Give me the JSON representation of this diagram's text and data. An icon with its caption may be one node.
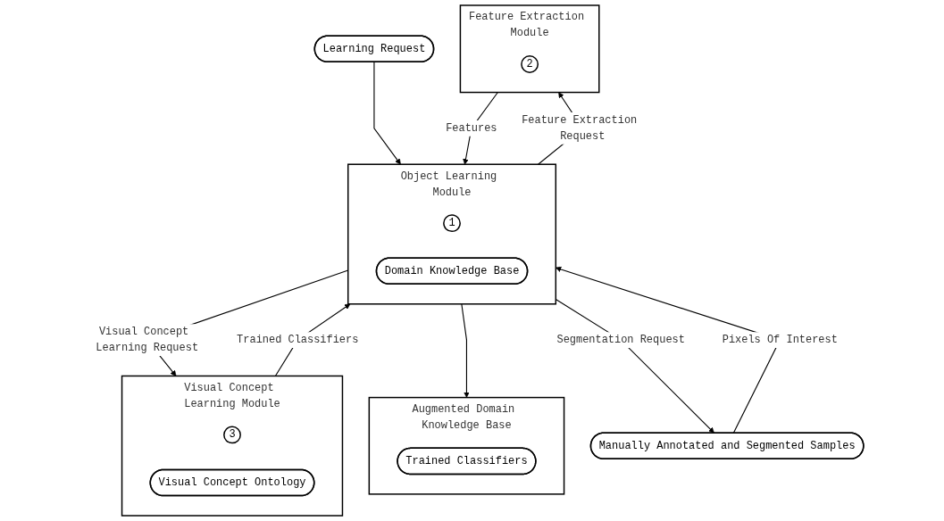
{
  "diagram": {
    "nodes": [
      {
        "text": [
          "Visual Concept Learning Module"
        ]
      },
      {
        "text": [
          "3"
        ],
        "in": 0
      },
      {
        "text": [
          "Visual Concept Ontology"
        ],
        "in": 0
      },
      {
        "text": [
          "Learning Request"
        ]
      },
      {
        "text": [
          "Object Learning Module"
        ]
      },
      {
        "text": [
          "1"
        ],
        "in": 4
      },
      {
        "text": [
          "Domain Knowledge Base"
        ],
        "in": 4
      },
      {
        "text": [
          "Augmented Domain Knowledge Base"
        ]
      },
      {
        "text": [
          "Trained Classifiers"
        ],
        "in": 7
      },
      {
        "text": [
          "Manually Annotated and Segmented Samples"
        ]
      },
      {
        "text": [
          "Feature Extraction Module"
        ]
      },
      {
        "text": [
          "2"
        ],
        "in": 10
      }
    ],
    "edges": [
      {
        "from": 4,
        "to": 0,
        "arrow": "to",
        "label": "Visual Concept Learning Request"
      },
      {
        "from": 0,
        "to": 4,
        "arrow": "to",
        "label": "Trained Classifiers"
      },
      {
        "from": 3,
        "to": 4,
        "arrow": "to"
      },
      {
        "from": 4,
        "to": 7,
        "arrow": "to"
      },
      {
        "from": 4,
        "to": 9,
        "arrow": "to",
        "label": "Segmentation Request"
      },
      {
        "from": 9,
        "to": 4,
        "arrow": "to",
        "label": "Pixels Of Interest"
      },
      {
        "from": 4,
        "to": 10,
        "arrow": "to",
        "label": "Feature Extraction Request"
      },
      {
        "from": 10,
        "to": 4,
        "arrow": "to",
        "label": "Features"
      }
    ]
  }
}
